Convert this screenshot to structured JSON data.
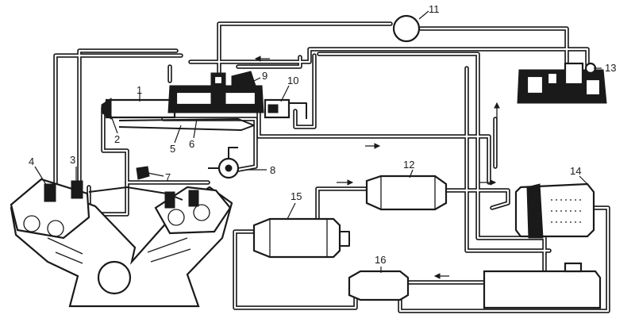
{
  "diagram": {
    "callouts": [
      {
        "id": "c1",
        "text": "1"
      },
      {
        "id": "c2",
        "text": "2"
      },
      {
        "id": "c3",
        "text": "3"
      },
      {
        "id": "c4",
        "text": "4"
      },
      {
        "id": "c5",
        "text": "5"
      },
      {
        "id": "c6",
        "text": "6"
      },
      {
        "id": "c7",
        "text": "7"
      },
      {
        "id": "c8",
        "text": "8"
      },
      {
        "id": "c9",
        "text": "9"
      },
      {
        "id": "c10",
        "text": "10"
      },
      {
        "id": "c11",
        "text": "11"
      },
      {
        "id": "c12",
        "text": "12"
      },
      {
        "id": "c13",
        "text": "13"
      },
      {
        "id": "c14",
        "text": "14"
      },
      {
        "id": "c15",
        "text": "15"
      },
      {
        "id": "c16",
        "text": "16"
      }
    ],
    "colors": {
      "ink": "#1a1a1a",
      "paper": "#ffffff"
    }
  }
}
